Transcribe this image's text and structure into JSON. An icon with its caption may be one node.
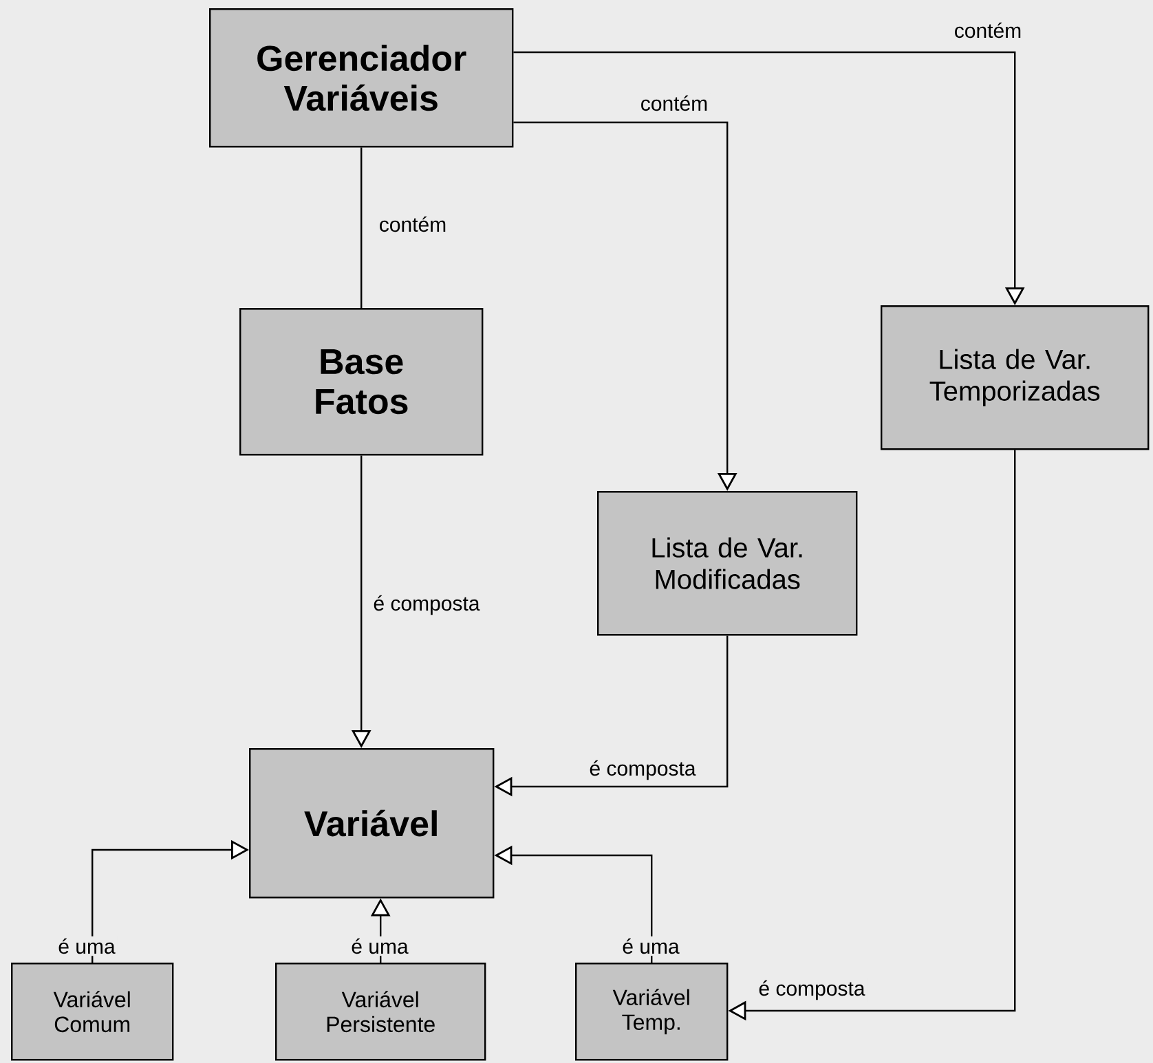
{
  "diagram": {
    "nodes": [
      {
        "text": [
          "Gerenciador Variáveis"
        ]
      },
      {
        "text": [
          "Base Fatos"
        ]
      },
      {
        "text": [
          "Lista de Var. Temporizadas"
        ]
      },
      {
        "text": [
          "Lista de Var. Modificadas"
        ]
      },
      {
        "text": [
          "Variável"
        ]
      },
      {
        "text": [
          "Variável Comum"
        ]
      },
      {
        "text": [
          "Variável Persistente"
        ]
      },
      {
        "text": [
          "Variável Temp."
        ]
      }
    ],
    "edges": [
      {
        "from": 0,
        "to": 2,
        "arrow": "to",
        "label": "contém"
      },
      {
        "from": 0,
        "to": 3,
        "arrow": "to",
        "label": "contém"
      },
      {
        "from": 0,
        "to": 1,
        "arrow": "none",
        "label": "contém"
      },
      {
        "from": 1,
        "to": 4,
        "arrow": "to",
        "label": "é composta"
      },
      {
        "from": 3,
        "to": 4,
        "arrow": "to",
        "label": "é composta"
      },
      {
        "from": 5,
        "to": 4,
        "arrow": "to",
        "label": "é uma"
      },
      {
        "from": 6,
        "to": 4,
        "arrow": "to",
        "label": "é uma"
      },
      {
        "from": 7,
        "to": 4,
        "arrow": "to",
        "label": "é uma"
      },
      {
        "from": 2,
        "to": 7,
        "arrow": "to",
        "label": "é composta"
      }
    ]
  }
}
